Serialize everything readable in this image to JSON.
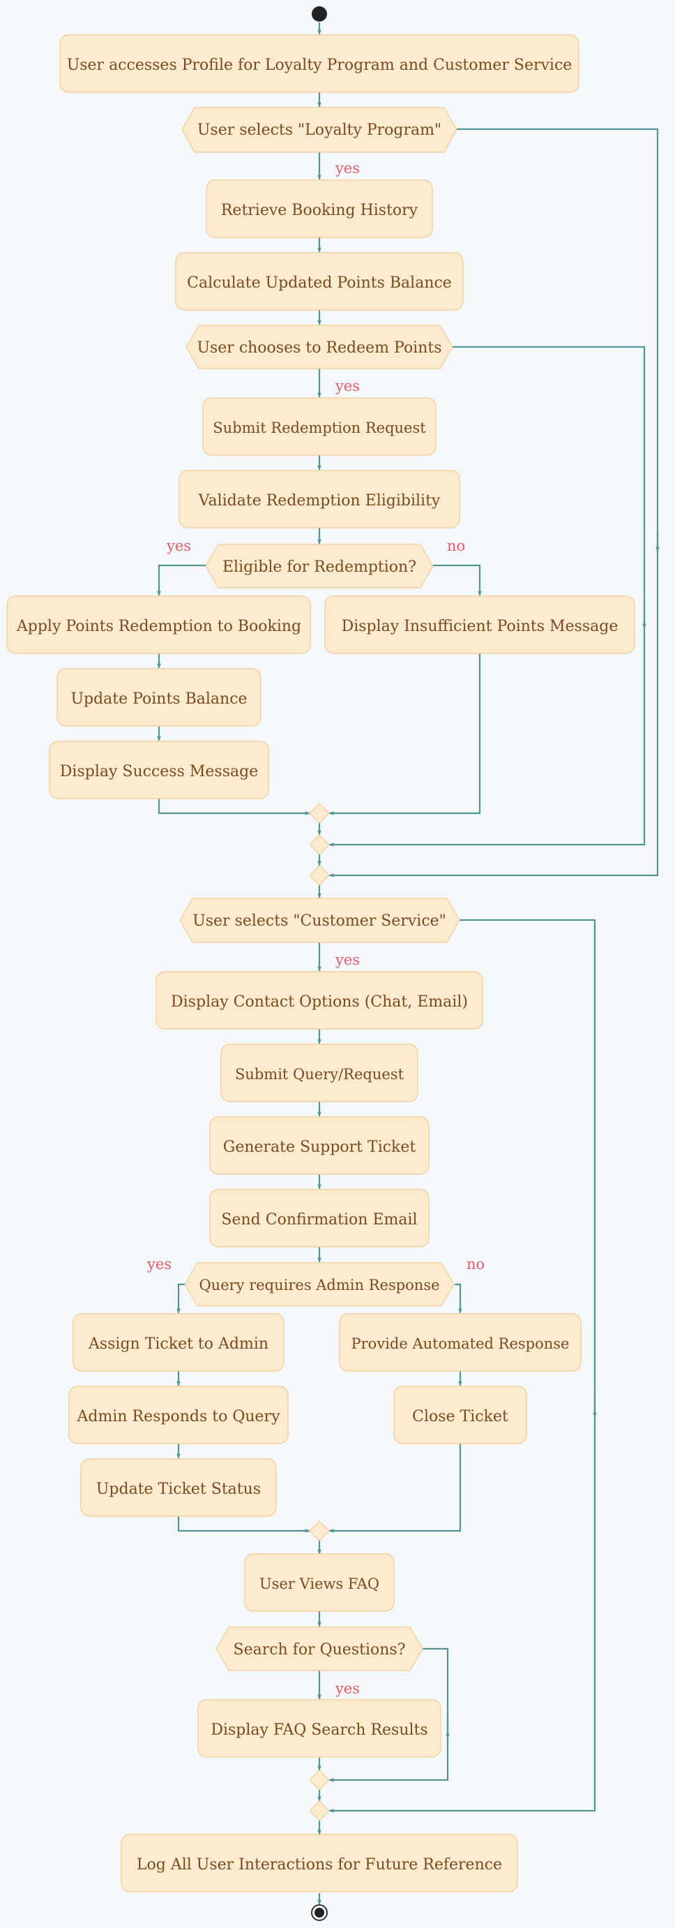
{
  "diagram": {
    "nodes": {
      "access_profile": "User accesses Profile for Loyalty Program and Customer Service",
      "select_loyalty": "User selects \"Loyalty Program\"",
      "retrieve_history": "Retrieve Booking History",
      "calc_points": "Calculate Updated Points Balance",
      "choose_redeem": "User chooses to Redeem Points",
      "submit_redemption": "Submit Redemption Request",
      "validate_eligibility": "Validate Redemption Eligibility",
      "eligible_q": "Eligible for Redemption?",
      "apply_redemption": "Apply Points Redemption to Booking",
      "insufficient_msg": "Display Insufficient Points Message",
      "update_balance": "Update Points Balance",
      "success_msg": "Display Success Message",
      "select_cs": "User selects \"Customer Service\"",
      "contact_options": "Display Contact Options (Chat, Email)",
      "submit_query": "Submit Query/Request",
      "gen_ticket": "Generate Support Ticket",
      "send_email": "Send Confirmation Email",
      "admin_q": "Query requires Admin Response",
      "assign_admin": "Assign Ticket to Admin",
      "auto_response": "Provide Automated Response",
      "admin_responds": "Admin Responds to Query",
      "close_ticket": "Close Ticket",
      "update_status": "Update Ticket Status",
      "view_faq": "User Views FAQ",
      "search_q": "Search for Questions?",
      "faq_results": "Display FAQ Search Results",
      "log_interactions": "Log All User Interactions for Future Reference"
    },
    "edge_labels": {
      "loyalty_yes": "yes",
      "redeem_yes": "yes",
      "eligible_yes": "yes",
      "eligible_no": "no",
      "cs_yes": "yes",
      "admin_yes": "yes",
      "admin_no": "no",
      "search_yes": "yes"
    },
    "colors": {
      "node_fill": "#fdebd0",
      "node_border": "#f1cb93",
      "node_text": "#7a4a1e",
      "edge": "#4f9796",
      "edge_label": "#e15a67",
      "background": "#f5f8fb"
    }
  }
}
